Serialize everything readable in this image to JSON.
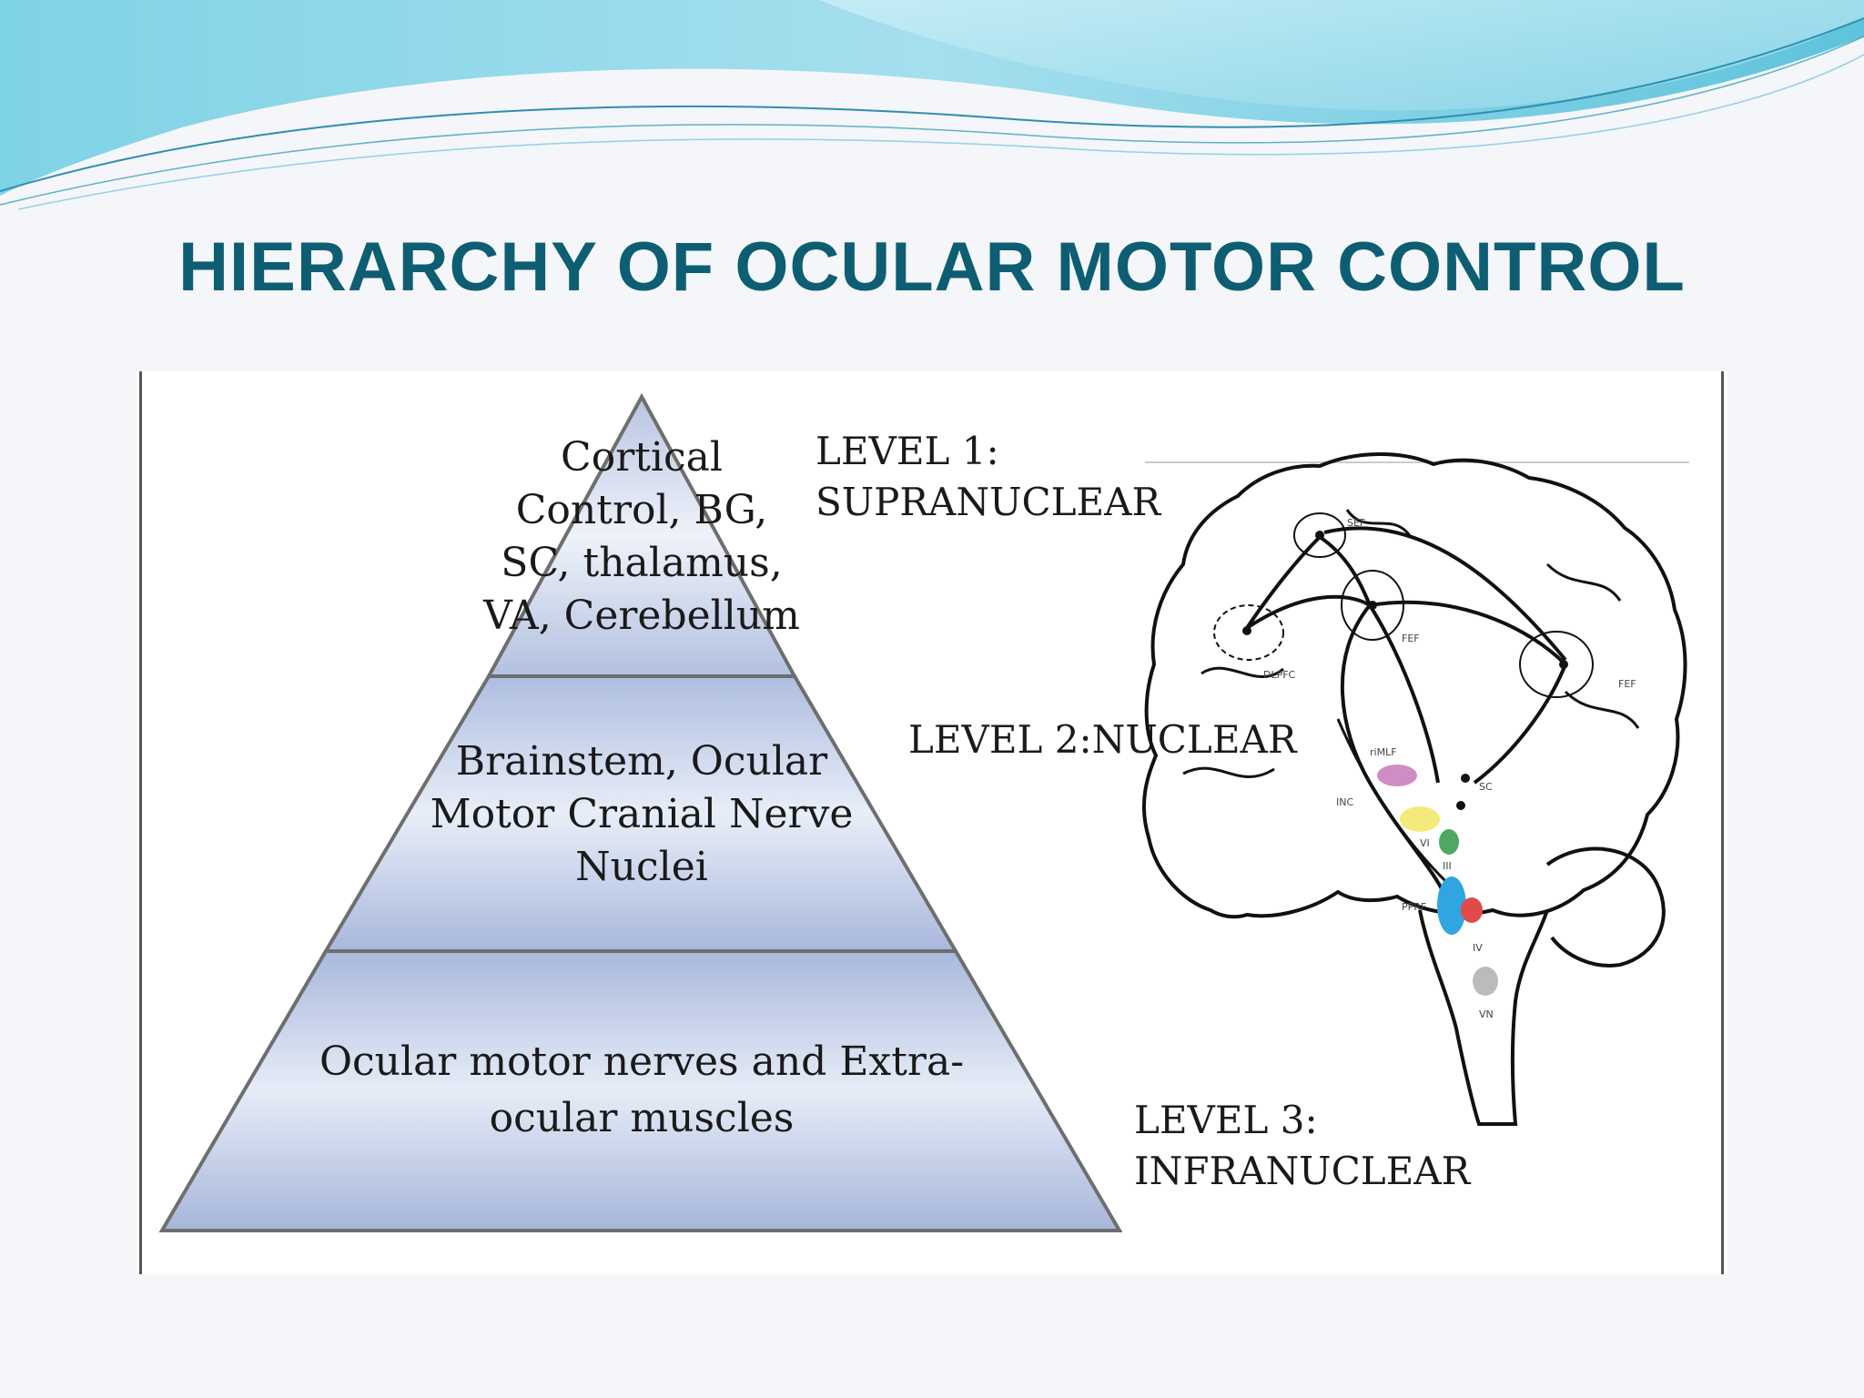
{
  "slide": {
    "title": "HIERARCHY OF OCULAR MOTOR CONTROL"
  },
  "pyramid": {
    "tiers": [
      {
        "lines": [
          "Cortical",
          "Control, BG,",
          "SC, thalamus,",
          "VA, Cerebellum"
        ]
      },
      {
        "lines": [
          "Brainstem, Ocular",
          "Motor Cranial Nerve",
          "Nuclei"
        ]
      },
      {
        "lines": [
          "Ocular motor nerves and Extra-",
          "ocular muscles"
        ]
      }
    ]
  },
  "levels": {
    "level1": {
      "line1": "LEVEL 1:",
      "line2": "SUPRANUCLEAR"
    },
    "level2": {
      "line1": "LEVEL 2:NUCLEAR"
    },
    "level3": {
      "line1": "LEVEL 3:",
      "line2": "INFRANUCLEAR"
    }
  },
  "brain_labels": [
    "SEF",
    "FEF",
    "DLPFC",
    "FEF",
    "riMLF",
    "SC",
    "INC",
    "III",
    "IV",
    "PPRF",
    "VI",
    "VN"
  ],
  "colors": {
    "title": "#0e5e73",
    "wave_light": "#bfeaf3",
    "wave_dark": "#5ec3dc",
    "pyramid_fill_top": "#f2f5fb",
    "pyramid_fill_bottom": "#a9b9dc",
    "riMLF": "#c77ab8",
    "INC": "#f3e86a",
    "III": "#4fa862",
    "PPRF": "#2fa6e0",
    "VI": "#e04a4a",
    "VN": "#bbbbbb"
  }
}
